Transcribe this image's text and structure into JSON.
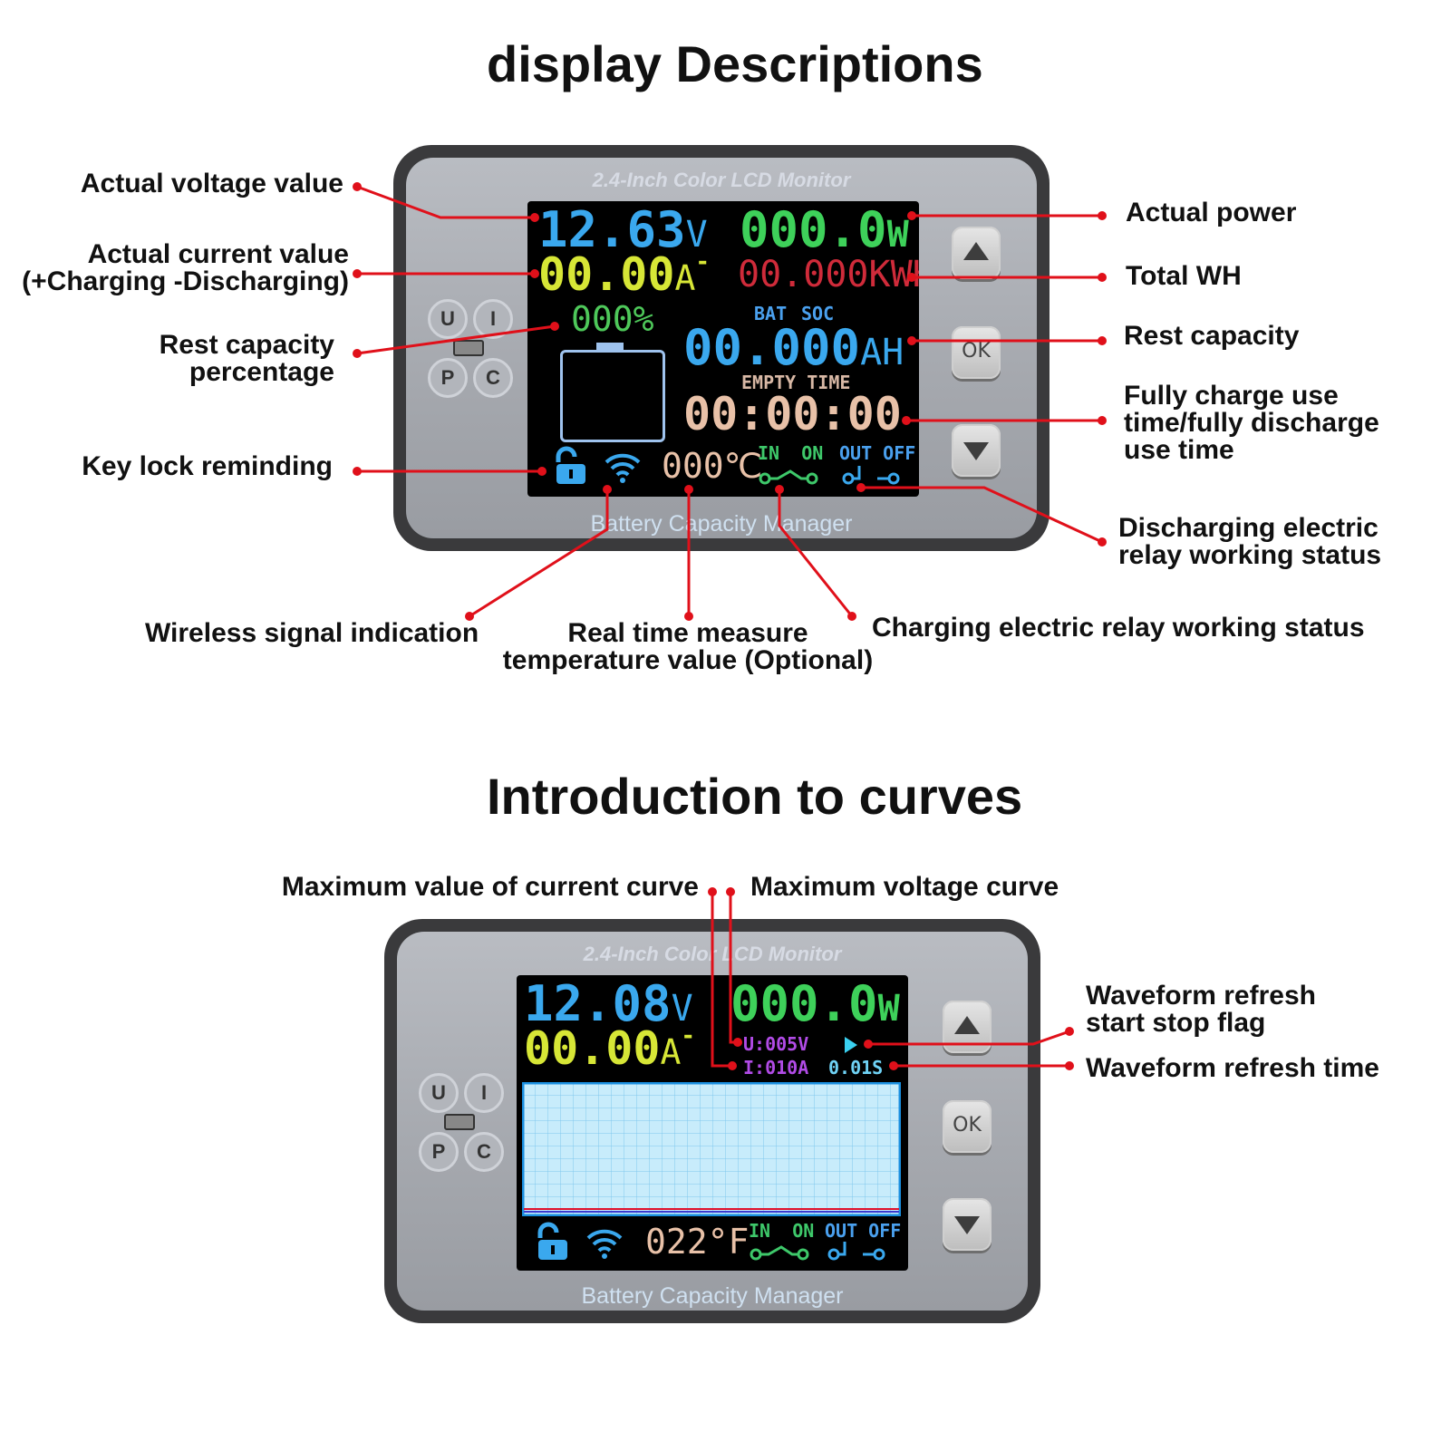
{
  "titles": {
    "display": "display Descriptions",
    "curves": "Introduction to curves"
  },
  "device": {
    "top_label": "2.4-Inch Color LCD Monitor",
    "bottom_label": "Battery Capacity Manager",
    "ok_label": "OK",
    "mode_buttons": [
      "U",
      "I",
      "P",
      "C"
    ]
  },
  "screen1": {
    "voltage": "12.63",
    "voltage_unit": "V",
    "power": "000.0",
    "power_unit": "W",
    "current": "00.00",
    "current_unit": "A",
    "current_sign": "-",
    "energy": "00.000",
    "energy_unit": "KWH",
    "percent": "000%",
    "bat_label": "BAT",
    "soc_label": "SOC",
    "capacity": "00.000",
    "capacity_unit": "AH",
    "empty_label": "EMPTY TIME",
    "time": "00:00:00",
    "temperature": "000",
    "temp_unit": "℃",
    "in_label": "IN",
    "in_state": "ON",
    "out_label": "OUT",
    "out_state": "OFF"
  },
  "screen2": {
    "voltage": "12.08",
    "voltage_unit": "V",
    "power": "000.0",
    "power_unit": "W",
    "current": "00.00",
    "current_unit": "A",
    "current_sign": "-",
    "u_max": "U:005V",
    "i_max": "I:010A",
    "refresh_time": "0.01S",
    "temperature": "022",
    "temp_unit": "°F",
    "in_label": "IN",
    "in_state": "ON",
    "out_label": "OUT",
    "out_state": "OFF"
  },
  "labels1": {
    "voltage": "Actual voltage value",
    "current_l1": "Actual current value",
    "current_l2": "(+Charging -Discharging)",
    "rest_pct_l1": "Rest capacity",
    "rest_pct_l2": "percentage",
    "key_lock": "Key lock reminding",
    "power": "Actual power",
    "total_wh": "Total WH",
    "rest_cap": "Rest capacity",
    "full_l1": "Fully charge use",
    "full_l2": "time/fully discharge",
    "full_l3": "use time",
    "dis_relay_l1": "Discharging electric",
    "dis_relay_l2": "relay working status",
    "wireless": "Wireless signal indication",
    "temp_l1": "Real time measure",
    "temp_l2": "temperature value (Optional)",
    "chg_relay": "Charging electric relay working status"
  },
  "labels2": {
    "max_current": "Maximum value of current curve",
    "max_voltage": "Maximum voltage curve",
    "flag_l1": "Waveform refresh",
    "flag_l2": "start stop flag",
    "refresh_time": "Waveform refresh time"
  },
  "colors": {
    "callout": "#e0101a",
    "voltage": "#3aa8ee",
    "power": "#3ed15a",
    "current": "#d7e636",
    "energy": "#cf2b3a",
    "percent": "#4ec85a",
    "soc": "#4aa0ee",
    "capacity": "#3aa8ee",
    "time": "#e8c1a8",
    "relay": "#3ec86a",
    "purple": "#b14be6"
  }
}
